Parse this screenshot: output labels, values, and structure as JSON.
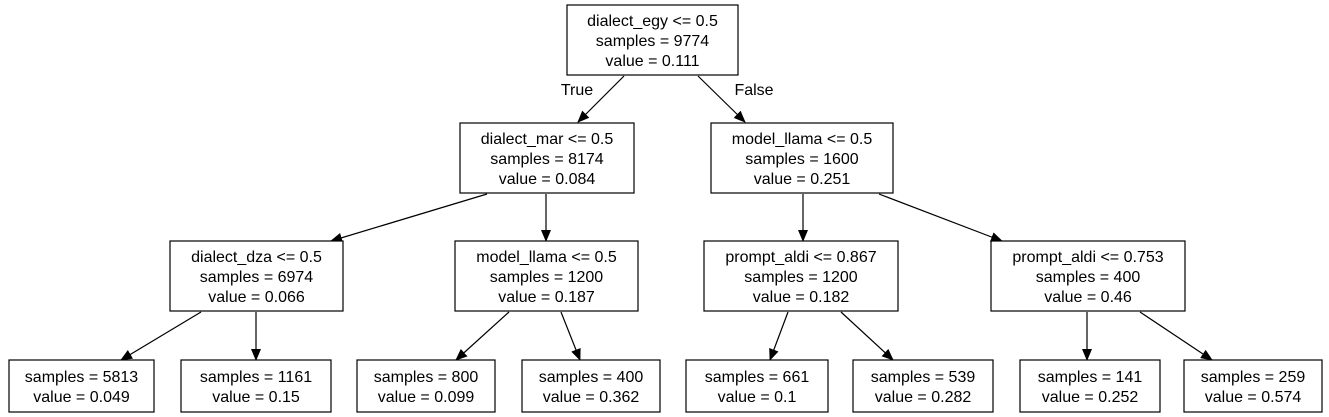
{
  "tree": {
    "nodes": [
      {
        "id": "n0",
        "lines": [
          "dialect_egy <= 0.5",
          "samples = 9774",
          "value = 0.111"
        ]
      },
      {
        "id": "n1",
        "lines": [
          "dialect_mar <= 0.5",
          "samples = 8174",
          "value = 0.084"
        ]
      },
      {
        "id": "n2",
        "lines": [
          "model_llama <= 0.5",
          "samples = 1600",
          "value = 0.251"
        ]
      },
      {
        "id": "n3",
        "lines": [
          "dialect_dza <= 0.5",
          "samples = 6974",
          "value = 0.066"
        ]
      },
      {
        "id": "n4",
        "lines": [
          "model_llama <= 0.5",
          "samples = 1200",
          "value = 0.187"
        ]
      },
      {
        "id": "n5",
        "lines": [
          "prompt_aldi <= 0.867",
          "samples = 1200",
          "value = 0.182"
        ]
      },
      {
        "id": "n6",
        "lines": [
          "prompt_aldi <= 0.753",
          "samples = 400",
          "value = 0.46"
        ]
      },
      {
        "id": "n7",
        "lines": [
          "samples = 5813",
          "value = 0.049"
        ]
      },
      {
        "id": "n8",
        "lines": [
          "samples = 1161",
          "value = 0.15"
        ]
      },
      {
        "id": "n9",
        "lines": [
          "samples = 800",
          "value = 0.099"
        ]
      },
      {
        "id": "n10",
        "lines": [
          "samples = 400",
          "value = 0.362"
        ]
      },
      {
        "id": "n11",
        "lines": [
          "samples = 661",
          "value = 0.1"
        ]
      },
      {
        "id": "n12",
        "lines": [
          "samples = 539",
          "value = 0.282"
        ]
      },
      {
        "id": "n13",
        "lines": [
          "samples = 141",
          "value = 0.252"
        ]
      },
      {
        "id": "n14",
        "lines": [
          "samples = 259",
          "value = 0.574"
        ]
      }
    ],
    "edges": [
      {
        "from": "n0",
        "to": "n1",
        "label": "True"
      },
      {
        "from": "n0",
        "to": "n2",
        "label": "False"
      },
      {
        "from": "n1",
        "to": "n3",
        "label": ""
      },
      {
        "from": "n1",
        "to": "n4",
        "label": ""
      },
      {
        "from": "n2",
        "to": "n5",
        "label": ""
      },
      {
        "from": "n2",
        "to": "n6",
        "label": ""
      },
      {
        "from": "n3",
        "to": "n7",
        "label": ""
      },
      {
        "from": "n3",
        "to": "n8",
        "label": ""
      },
      {
        "from": "n4",
        "to": "n9",
        "label": ""
      },
      {
        "from": "n4",
        "to": "n10",
        "label": ""
      },
      {
        "from": "n5",
        "to": "n11",
        "label": ""
      },
      {
        "from": "n5",
        "to": "n12",
        "label": ""
      },
      {
        "from": "n6",
        "to": "n13",
        "label": ""
      },
      {
        "from": "n6",
        "to": "n14",
        "label": ""
      }
    ],
    "colors": {
      "stroke": "#000000",
      "fill": "#ffffff",
      "text": "#000000"
    }
  }
}
